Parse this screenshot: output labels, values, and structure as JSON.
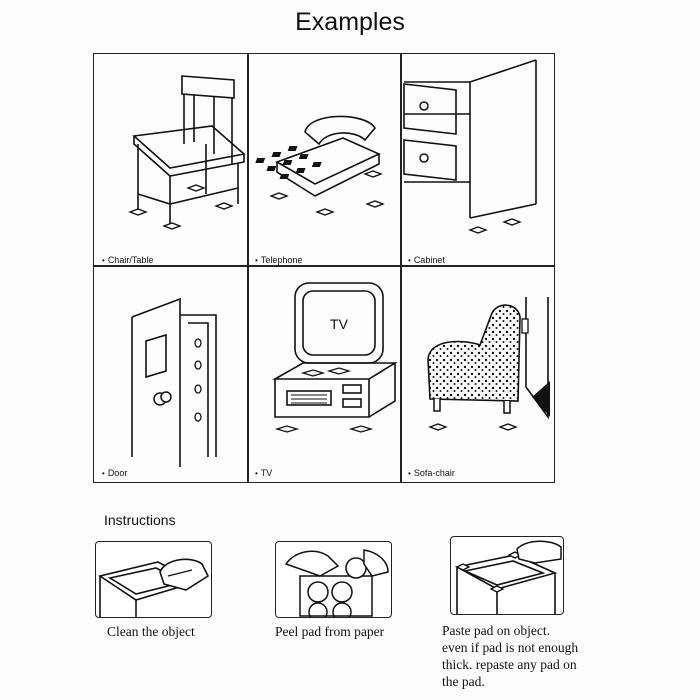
{
  "title": "Examples",
  "examples": [
    {
      "label": "Chair/Table"
    },
    {
      "label": "Telephone"
    },
    {
      "label": "Cabinet"
    },
    {
      "label": "Door"
    },
    {
      "label": "TV"
    },
    {
      "label": "Sofa-chair"
    }
  ],
  "tv_screen_text": "TV",
  "instructions": {
    "heading": "Instructions",
    "steps": [
      {
        "lines": [
          "Clean the object"
        ]
      },
      {
        "lines": [
          "Peel pad from paper"
        ]
      },
      {
        "lines": [
          "Paste pad on object.",
          "even if pad is not enough",
          "thick. repaste any pad on",
          "the pad."
        ]
      }
    ]
  }
}
